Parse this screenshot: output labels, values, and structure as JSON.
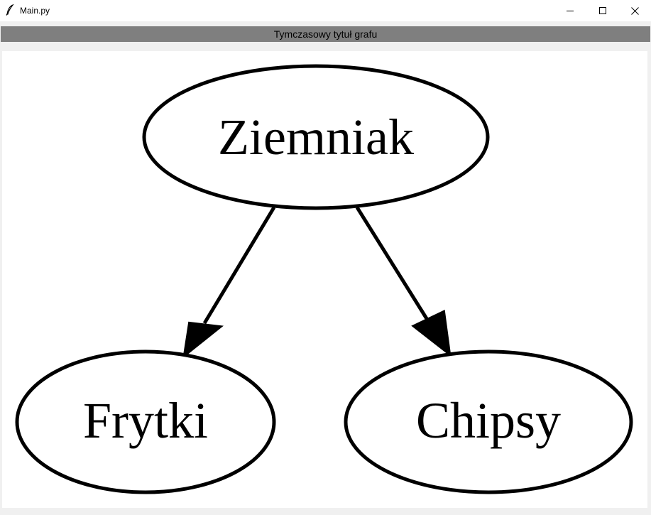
{
  "window": {
    "title": "Main.py",
    "icon": "feather-icon",
    "controls": [
      "minimize-icon",
      "maximize-icon",
      "close-icon"
    ]
  },
  "graph": {
    "title": "Tymczasowy tytuł grafu",
    "nodes": {
      "root": "Ziemniak",
      "left": "Frytki",
      "right": "Chipsy"
    },
    "edges": [
      {
        "from": "Ziemniak",
        "to": "Frytki"
      },
      {
        "from": "Ziemniak",
        "to": "Chipsy"
      }
    ]
  },
  "colors": {
    "header_bar": "#7f7f7f",
    "canvas": "#ffffff",
    "stroke": "#000000"
  }
}
